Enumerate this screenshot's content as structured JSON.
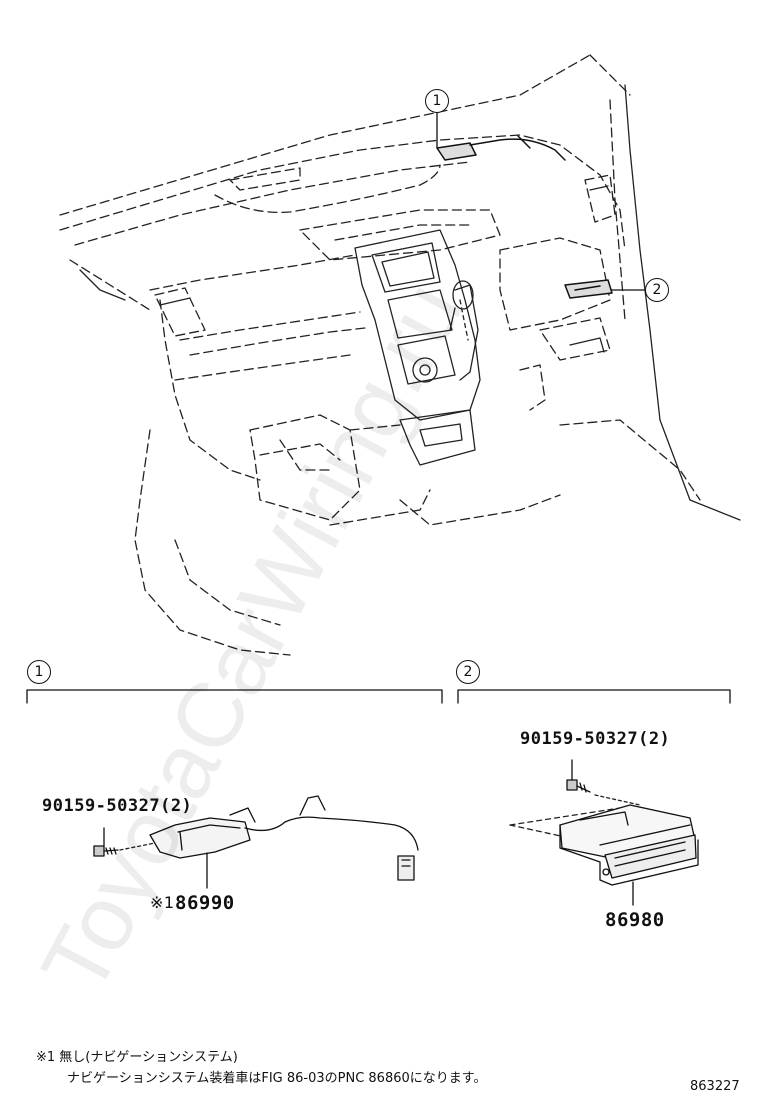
{
  "callouts": {
    "one": "1",
    "two": "2"
  },
  "parts": {
    "bolt_left": "90159-50327(2)",
    "bolt_right": "90159-50327(2)",
    "receiver_left_prefix": "※1",
    "receiver_left": "86990",
    "receiver_right": "86980"
  },
  "footnote": {
    "line1": "※1 無し(ナビゲーションシステム)",
    "line2": "ナビゲーションシステム装着車はFIG 86-03のPNC 86860になります。"
  },
  "figure_id": "863227",
  "watermark": "ToyotaCarWiring.ru"
}
